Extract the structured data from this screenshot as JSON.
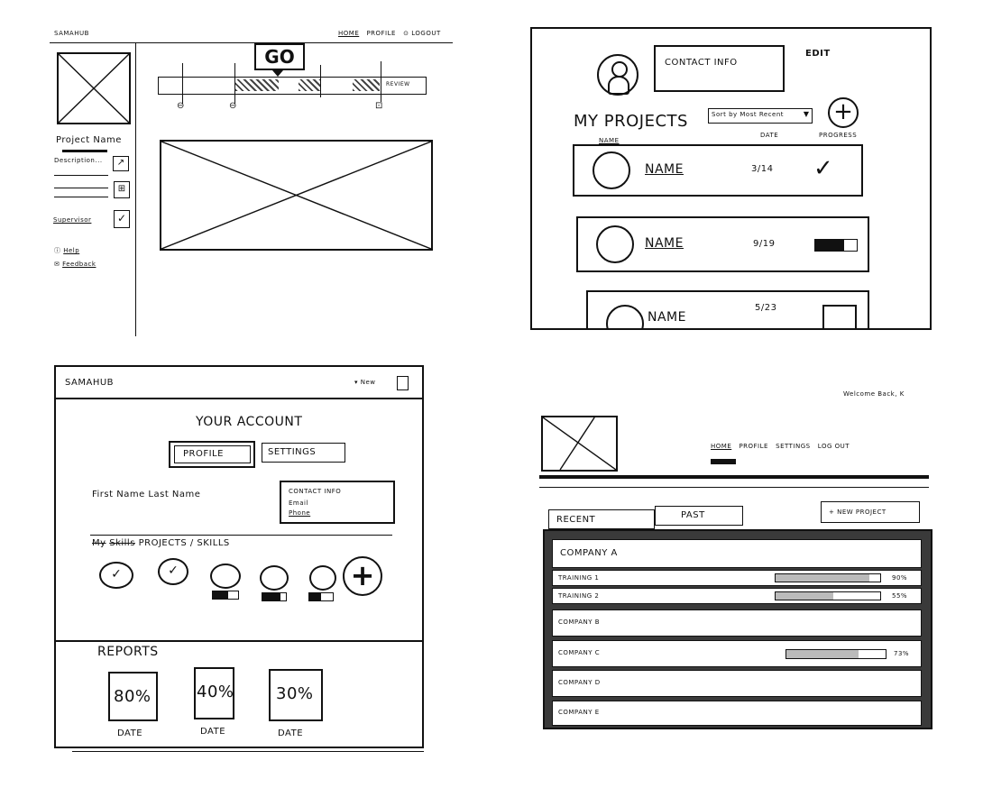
{
  "q1": {
    "brand": "SAMAHUB",
    "nav": [
      "HOME",
      "PROFILE",
      "LOGOUT"
    ],
    "go_label": "GO",
    "timeline_end_label": "REVIEW",
    "project_name": "Project Name",
    "description": "Description...",
    "supervisor": "Supervisor",
    "help": "Help",
    "feedback": "Feedback"
  },
  "q2": {
    "contact_info": "CONTACT INFO",
    "edit": "EDIT",
    "my_projects": "MY PROJECTS",
    "sort_label": "Sort by Most Recent",
    "columns": {
      "name": "NAME",
      "date": "DATE",
      "progress": "PROGRESS"
    },
    "rows": [
      {
        "name": "NAME",
        "date": "3/14"
      },
      {
        "name": "NAME",
        "date": "9/19"
      },
      {
        "name": "NAME",
        "date": "5/23"
      }
    ],
    "progress": [
      1,
      0.7,
      0
    ]
  },
  "q3": {
    "brand": "SAMAHUB",
    "new_label": "New",
    "your_account": "YOUR ACCOUNT",
    "tabs": {
      "profile": "PROFILE",
      "settings": "SETTINGS"
    },
    "first_last": "First Name  Last Name",
    "contact": {
      "title": "CONTACT INFO",
      "email": "Email",
      "phone": "Phone"
    },
    "struck": {
      "a": "My",
      "b": "Skills"
    },
    "projects_skills": "PROJECTS / SKILLS",
    "skill_progress": [
      0.6,
      0.75,
      0.5
    ],
    "reports_title": "REPORTS",
    "reports": [
      {
        "value": "80%",
        "date": "DATE"
      },
      {
        "value": "40%",
        "date": "DATE"
      },
      {
        "value": "30%",
        "date": "DATE"
      }
    ]
  },
  "q4": {
    "welcome": "Welcome Back, K",
    "nav": [
      "HOME",
      "PROFILE",
      "SETTINGS",
      "LOG OUT"
    ],
    "tabs": [
      "RECENT",
      "PAST"
    ],
    "new_project": "+ NEW PROJECT",
    "company_a": "COMPANY A",
    "trainings": [
      {
        "name": "TRAINING 1",
        "pct": "90%",
        "value": 0.9
      },
      {
        "name": "TRAINING 2",
        "pct": "55%",
        "value": 0.55
      }
    ],
    "company_b": "COMPANY B",
    "company_c": {
      "name": "COMPANY C",
      "pct": "73%",
      "value": 0.73
    },
    "company_d": "COMPANY D",
    "company_e": "COMPANY E"
  }
}
